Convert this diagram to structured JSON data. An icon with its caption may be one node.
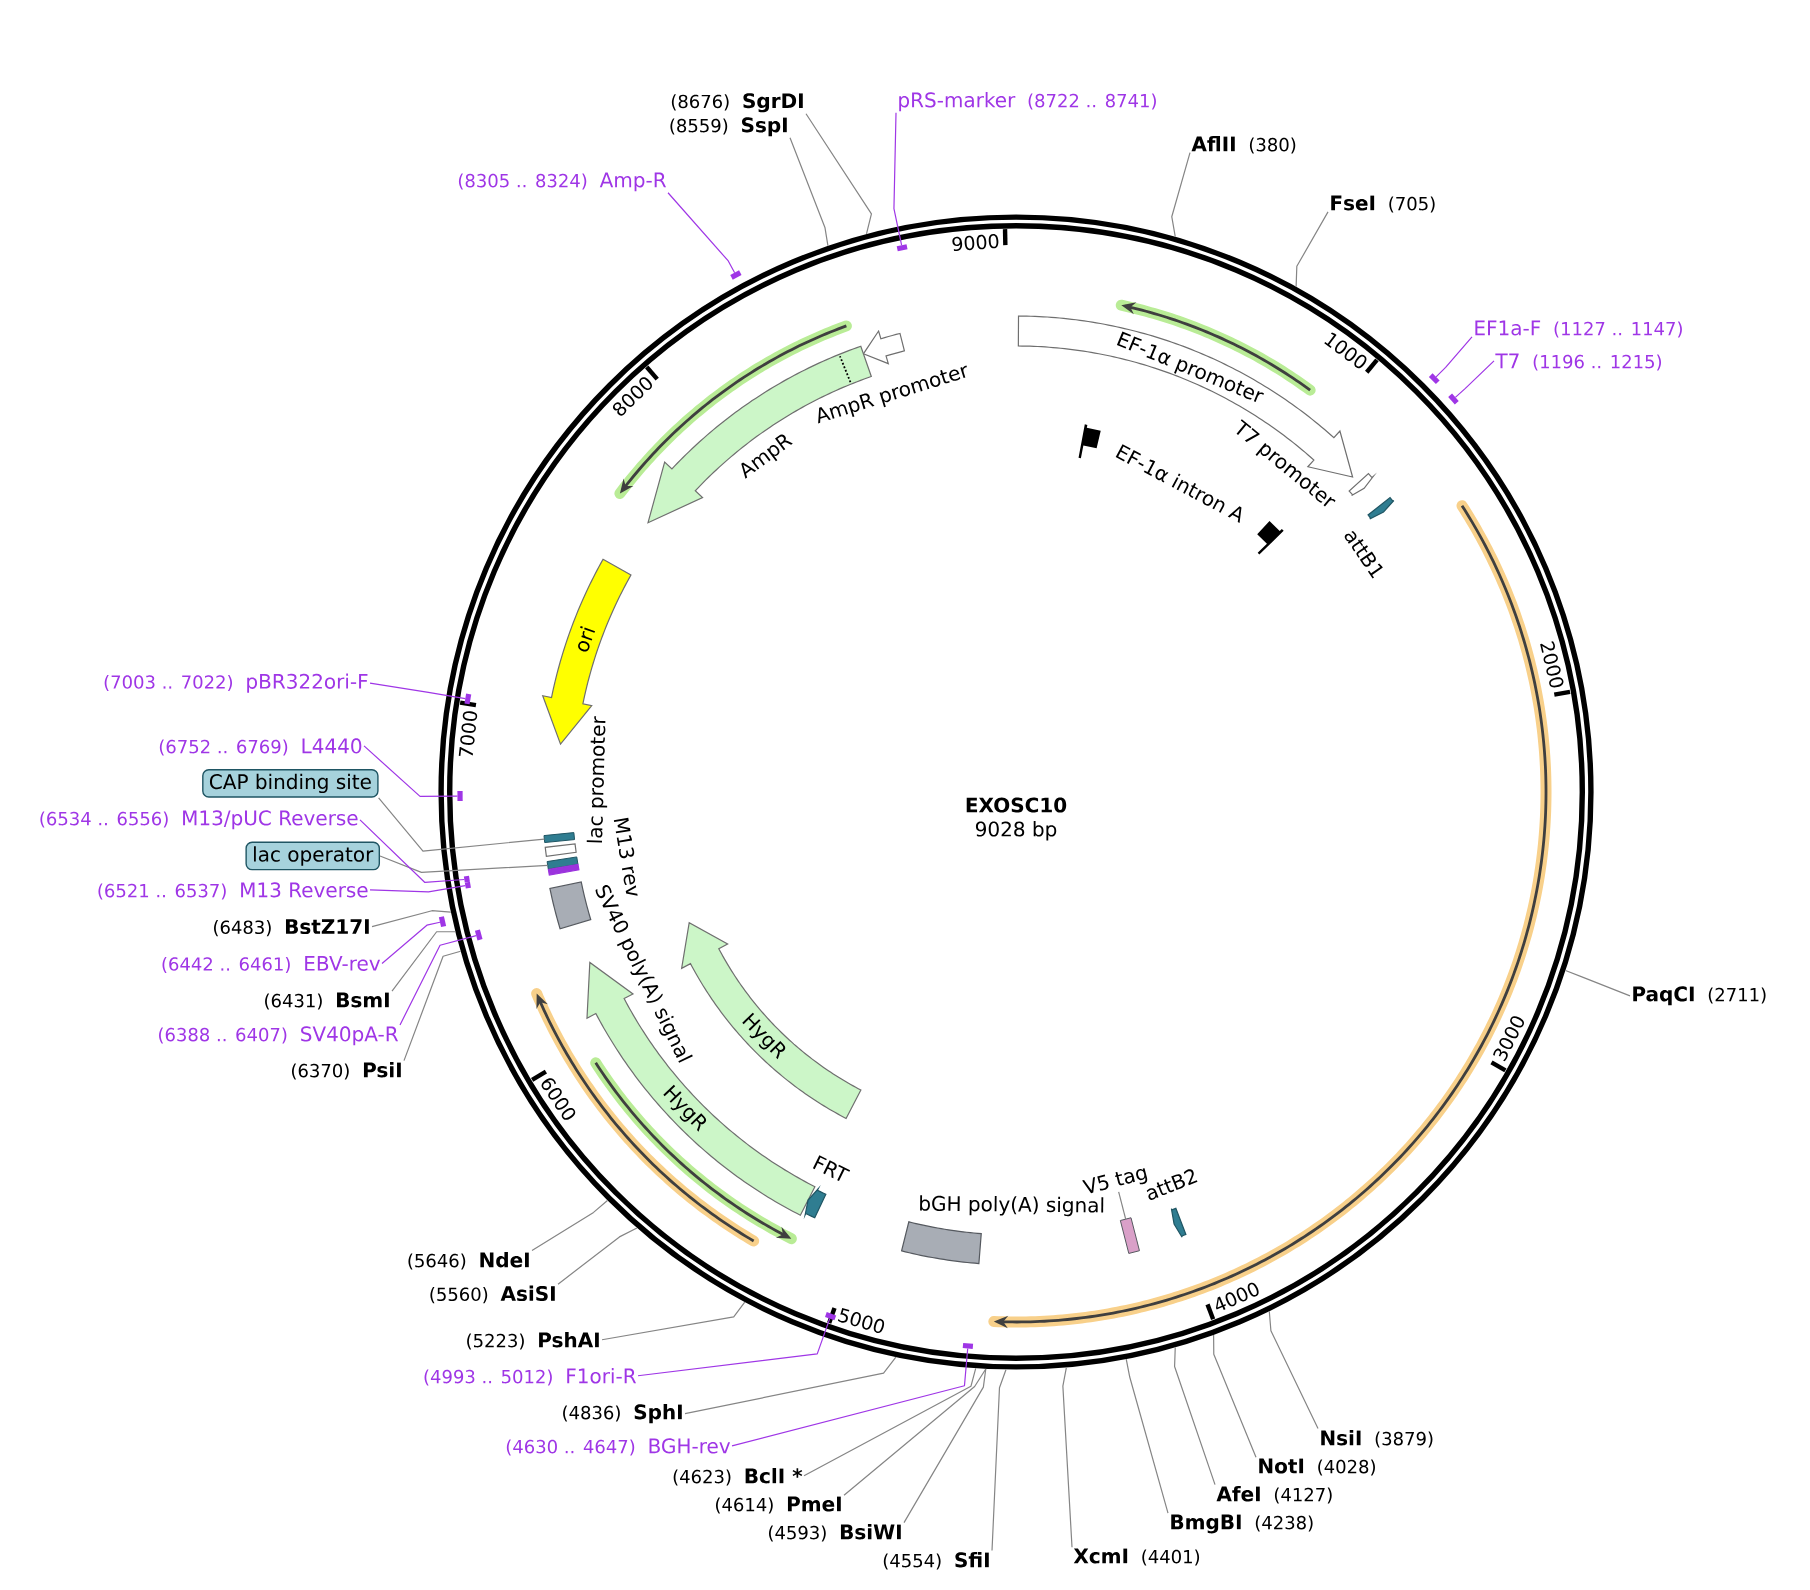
{
  "diagram": {
    "nodes": [
      {
        "text": [
          "EXOSC10",
          "9028 bp"
        ]
      },
      {
        "text": [
          "EF-1α promoter"
        ],
        "in": 0
      },
      {
        "text": [
          "T7 promoter"
        ],
        "in": 0
      },
      {
        "text": [
          "attB1"
        ],
        "in": 0
      },
      {
        "text": [
          "EF-1α intron A"
        ],
        "in": 0
      },
      {
        "text": [
          "AmpR promoter"
        ],
        "in": 0
      },
      {
        "text": [
          "AmpR"
        ],
        "in": 0
      },
      {
        "text": [
          "ori"
        ],
        "in": 0
      },
      {
        "text": [
          "lac promoter"
        ],
        "in": 0
      },
      {
        "text": [],
        "shape": "box",
        "in": 0
      },
      {
        "text": [],
        "shape": "box",
        "in": 0
      },
      {
        "text": [
          "M13 rev"
        ],
        "in": 0
      },
      {
        "text": [
          "SV40 poly(A) signal"
        ],
        "in": 0
      },
      {
        "text": [
          "HygR"
        ],
        "in": 0
      },
      {
        "text": [
          "HygR"
        ],
        "in": 0
      },
      {
        "text": [
          "FRT"
        ],
        "in": 0
      },
      {
        "text": [
          "bGH poly(A) signal"
        ],
        "in": 0
      },
      {
        "text": [
          "V5 tag"
        ],
        "in": 0
      },
      {
        "text": [],
        "shape": "box",
        "in": 0
      },
      {
        "text": [
          "attB2"
        ],
        "in": 0
      },
      {
        "text": [
          "pRS-marker"
        ],
        "beside": [
          "(8722 .. 8741)"
        ]
      },
      {
        "text": [],
        "shape": "bar",
        "in": 0
      },
      {
        "text": [
          "AflII"
        ],
        "beside": [
          "(380)"
        ]
      },
      {
        "text": [
          "FseI"
        ],
        "beside": [
          "(705)"
        ]
      },
      {
        "text": [
          "EF1a-F"
        ],
        "beside": [
          "(1127 .. 1147)"
        ]
      },
      {
        "text": [],
        "shape": "bar"
      },
      {
        "text": [
          "T7"
        ],
        "beside": [
          "(1196 .. 1215)"
        ]
      },
      {
        "text": [],
        "shape": "bar"
      },
      {
        "text": [
          "PaqCI"
        ],
        "beside": [
          "(2711)"
        ]
      },
      {
        "text": [
          "NsiI"
        ],
        "beside": [
          "(3879)"
        ]
      },
      {
        "text": [
          "NotI"
        ],
        "beside": [
          "(4028)"
        ]
      },
      {
        "text": [
          "AfeI"
        ],
        "beside": [
          "(4127)"
        ]
      },
      {
        "text": [
          "BmgBI"
        ],
        "beside": [
          "(4238)"
        ]
      },
      {
        "text": [
          "XcmI"
        ],
        "beside": [
          "(4401)"
        ]
      },
      {
        "text": [
          "SfiI"
        ],
        "beside": [
          "(4554)"
        ]
      },
      {
        "text": [
          "BsiWI"
        ],
        "beside": [
          "(4593)"
        ]
      },
      {
        "text": [
          "PmeI"
        ],
        "beside": [
          "(4614)"
        ]
      },
      {
        "text": [
          "BclI *"
        ],
        "beside": [
          "(4623)"
        ]
      },
      {
        "text": [
          "BGH-rev"
        ],
        "beside": [
          "(4630 .. 4647)"
        ]
      },
      {
        "text": [],
        "shape": "bar",
        "in": 0
      },
      {
        "text": [
          "SphI"
        ],
        "beside": [
          "(4836)"
        ]
      },
      {
        "text": [
          "F1ori-R"
        ],
        "beside": [
          "(4993 .. 5012)"
        ]
      },
      {
        "text": [],
        "shape": "bar",
        "in": 0
      },
      {
        "text": [
          "PshAI"
        ],
        "beside": [
          "(5223)"
        ]
      },
      {
        "text": [
          "AsiSI"
        ],
        "beside": [
          "(5560)"
        ]
      },
      {
        "text": [
          "NdeI"
        ],
        "beside": [
          "(5646)"
        ]
      },
      {
        "text": [
          "PsiI"
        ],
        "beside": [
          "(6370)"
        ]
      },
      {
        "text": [
          "SV40pA-R"
        ],
        "beside": [
          "(6388 .. 6407)"
        ]
      },
      {
        "text": [],
        "shape": "bar",
        "in": 0
      },
      {
        "text": [
          "BsmI"
        ],
        "beside": [
          "(6431)"
        ]
      },
      {
        "text": [
          "EBV-rev"
        ],
        "beside": [
          "(6442 .. 6461)"
        ]
      },
      {
        "text": [],
        "shape": "bar"
      },
      {
        "text": [
          "BstZ17I"
        ],
        "beside": [
          "(6483)"
        ]
      },
      {
        "text": [
          "M13 Reverse"
        ],
        "beside": [
          "(6521 .. 6537)"
        ]
      },
      {
        "text": [],
        "shape": "bar",
        "in": 0
      },
      {
        "text": [
          "lac operator"
        ]
      },
      {
        "text": [
          "M13/pUC Reverse"
        ],
        "beside": [
          "(6534 .. 6556)"
        ]
      },
      {
        "text": [],
        "shape": "bar",
        "in": 0
      },
      {
        "text": [
          "CAP binding site"
        ]
      },
      {
        "text": [
          "L4440"
        ],
        "beside": [
          "(6752 .. 6769)"
        ]
      },
      {
        "text": [],
        "shape": "bar",
        "in": 0
      },
      {
        "text": [
          "pBR322ori-F"
        ],
        "beside": [
          "(7003 .. 7022)"
        ]
      },
      {
        "text": [],
        "shape": "bar",
        "in": 0
      },
      {
        "text": [
          "Amp-R"
        ],
        "beside": [
          "(8305 .. 8324)"
        ]
      },
      {
        "text": [],
        "shape": "bar"
      },
      {
        "text": [
          "SspI"
        ],
        "beside": [
          "(8559)"
        ]
      },
      {
        "text": [
          "SgrDI"
        ],
        "beside": [
          "(8676)"
        ]
      }
    ],
    "edges": [
      {
        "from": 17,
        "to": 18,
        "arrow": "none"
      },
      {
        "from": 20,
        "to": 21,
        "arrow": "none",
        "color": "#9f36e6"
      },
      {
        "from": 22,
        "to": 0,
        "arrow": "none"
      },
      {
        "from": 23,
        "to": 0,
        "arrow": "none"
      },
      {
        "from": 24,
        "to": 25,
        "arrow": "none",
        "color": "#9f36e6"
      },
      {
        "from": 26,
        "to": 27,
        "arrow": "none",
        "color": "#9f36e6"
      },
      {
        "from": 28,
        "to": 0,
        "arrow": "none"
      },
      {
        "from": 29,
        "to": 0,
        "arrow": "none"
      },
      {
        "from": 30,
        "to": 0,
        "arrow": "none"
      },
      {
        "from": 31,
        "to": 0,
        "arrow": "none"
      },
      {
        "from": 32,
        "to": 0,
        "arrow": "none"
      },
      {
        "from": 33,
        "to": 0,
        "arrow": "none"
      },
      {
        "from": 34,
        "to": 0,
        "arrow": "none"
      },
      {
        "from": 35,
        "to": 0,
        "arrow": "none"
      },
      {
        "from": 36,
        "to": 0,
        "arrow": "none"
      },
      {
        "from": 37,
        "to": 0,
        "arrow": "none"
      },
      {
        "from": 38,
        "to": 39,
        "arrow": "none",
        "color": "#9f36e6"
      },
      {
        "from": 40,
        "to": 0,
        "arrow": "none"
      },
      {
        "from": 41,
        "to": 42,
        "arrow": "none",
        "color": "#9f36e6"
      },
      {
        "from": 43,
        "to": 0,
        "arrow": "none"
      },
      {
        "from": 44,
        "to": 0,
        "arrow": "none"
      },
      {
        "from": 45,
        "to": 0,
        "arrow": "none"
      },
      {
        "from": 46,
        "to": 0,
        "arrow": "none"
      },
      {
        "from": 47,
        "to": 48,
        "arrow": "none",
        "color": "#9f36e6"
      },
      {
        "from": 49,
        "to": 0,
        "arrow": "none"
      },
      {
        "from": 50,
        "to": 51,
        "arrow": "none",
        "color": "#9f36e6"
      },
      {
        "from": 52,
        "to": 0,
        "arrow": "none"
      },
      {
        "from": 53,
        "to": 54,
        "arrow": "none",
        "color": "#9f36e6"
      },
      {
        "from": 55,
        "to": 10,
        "arrow": "none"
      },
      {
        "from": 56,
        "to": 57,
        "arrow": "none",
        "color": "#9f36e6"
      },
      {
        "from": 58,
        "to": 9,
        "arrow": "none"
      },
      {
        "from": 59,
        "to": 60,
        "arrow": "none",
        "color": "#9f36e6"
      },
      {
        "from": 61,
        "to": 62,
        "arrow": "none",
        "color": "#9f36e6"
      },
      {
        "from": 63,
        "to": 64,
        "arrow": "none",
        "color": "#9f36e6"
      },
      {
        "from": 65,
        "to": 0,
        "arrow": "none"
      },
      {
        "from": 66,
        "to": 0,
        "arrow": "none"
      }
    ],
    "labels": [
      "1000",
      "2000",
      "3000",
      "4000",
      "5000",
      "6000",
      "7000",
      "8000",
      "9000"
    ]
  }
}
